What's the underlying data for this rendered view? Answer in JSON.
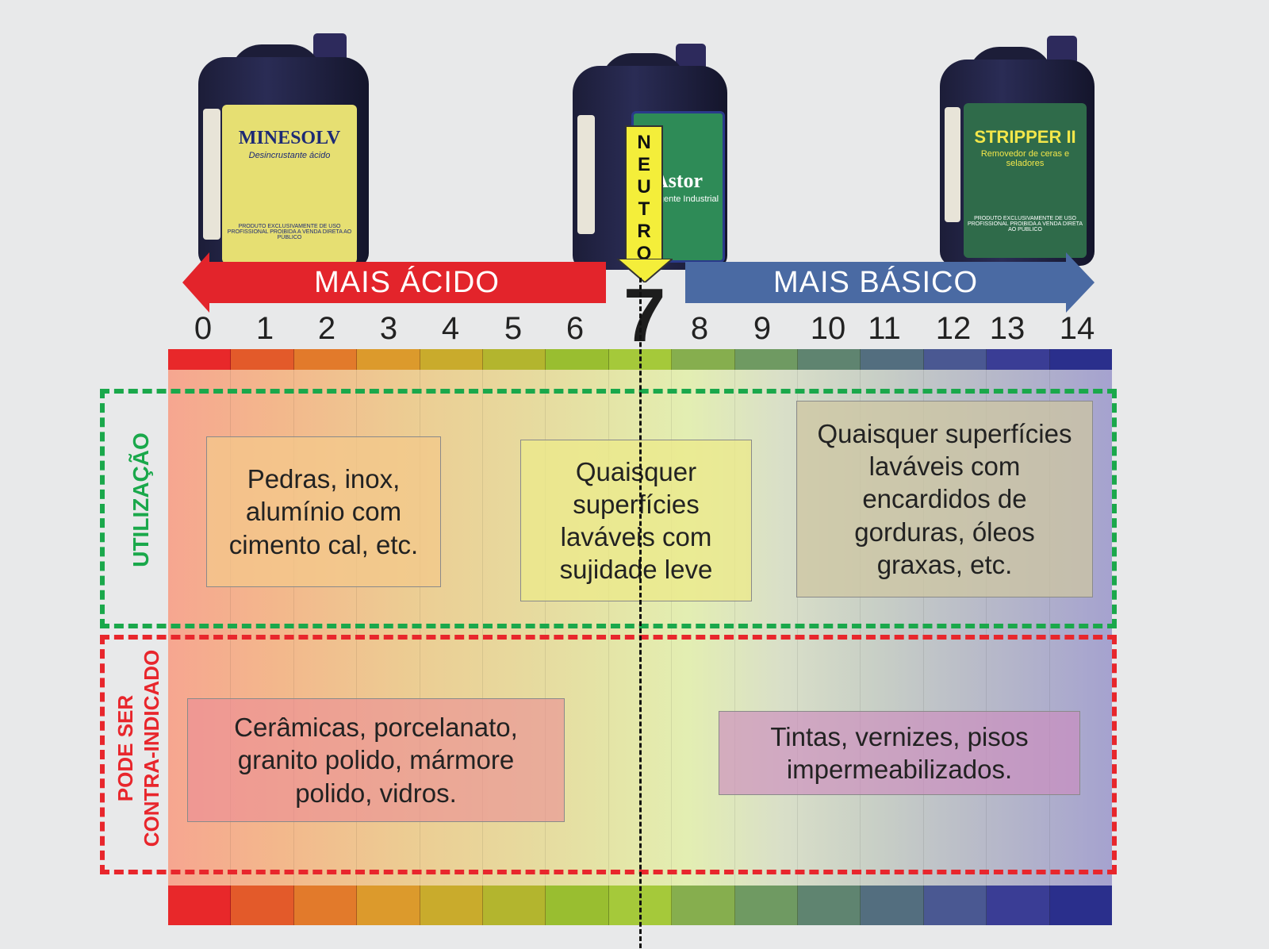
{
  "products": {
    "acid": {
      "name": "MINESOLV",
      "subtitle": "Desincrustante ácido",
      "label_color": "#e6df72",
      "footer": "PRODUTO EXCLUSIVAMENTE DE USO PROFISSIONAL PROIBIDA A VENDA DIRETA AO PÚBLICO"
    },
    "neutral": {
      "name": "Astor",
      "subtitle": "Detergente Industrial",
      "label_color": "#2e8b57"
    },
    "basic": {
      "name": "STRIPPER II",
      "subtitle": "Removedor de ceras e seladores",
      "label_color": "#2f6b4a",
      "footer": "PRODUTO EXCLUSIVAMENTE DE USO PROFISSIONAL PROIBIDA A VENDA DIRETA AO PÚBLICO"
    }
  },
  "arrows": {
    "acid_label": "MAIS ÁCIDO",
    "basic_label": "MAIS BÁSICO",
    "acid_color": "#e3242b",
    "basic_color": "#4a6aa3"
  },
  "neutral_marker": {
    "letters": [
      "N",
      "E",
      "U",
      "T",
      "R",
      "O"
    ],
    "value": "7",
    "color": "#f4ee3a"
  },
  "scale": {
    "ticks": [
      "0",
      "1",
      "2",
      "3",
      "4",
      "5",
      "6",
      "8",
      "9",
      "10",
      "11",
      "12",
      "13",
      "14"
    ],
    "strip_colors": [
      "#e8282a",
      "#e35a2a",
      "#e27a2b",
      "#dc9a2c",
      "#c9ab2c",
      "#b3b52e",
      "#99be30",
      "#a5c93a",
      "#86ae4e",
      "#6f9a62",
      "#5f8470",
      "#536e7f",
      "#4a5892",
      "#3a3d95",
      "#2a2f8c"
    ]
  },
  "sections": {
    "usage": {
      "label": "UTILIZAÇÃO",
      "color": "#1aa84b"
    },
    "contra": {
      "label_line1": "PODE SER",
      "label_line2": "CONTRA-INDICADO",
      "color": "#e8262c"
    }
  },
  "boxes": {
    "acid_usage": {
      "lines": [
        "Pedras, inox,",
        "alumínio com",
        "cimento cal, etc."
      ],
      "bg": "#f4c98a"
    },
    "neutral_usage": {
      "lines": [
        "Quaisquer",
        "superfícies",
        "laváveis com",
        "sujidade leve"
      ],
      "bg": "#ece98a"
    },
    "basic_usage": {
      "lines": [
        "Quaisquer superfícies",
        "laváveis com",
        "encardidos de",
        "gorduras, óleos",
        "graxas, etc."
      ],
      "bg": "#cdc6a2"
    },
    "acid_contra": {
      "lines": [
        "Cerâmicas, porcelanato,",
        "granito polido, mármore",
        "polido, vidros."
      ],
      "bg": "#eba2a0"
    },
    "basic_contra": {
      "lines": [
        "Tintas, vernizes, pisos",
        "impermeabilizados."
      ],
      "bg": "#c9a3c2"
    }
  }
}
